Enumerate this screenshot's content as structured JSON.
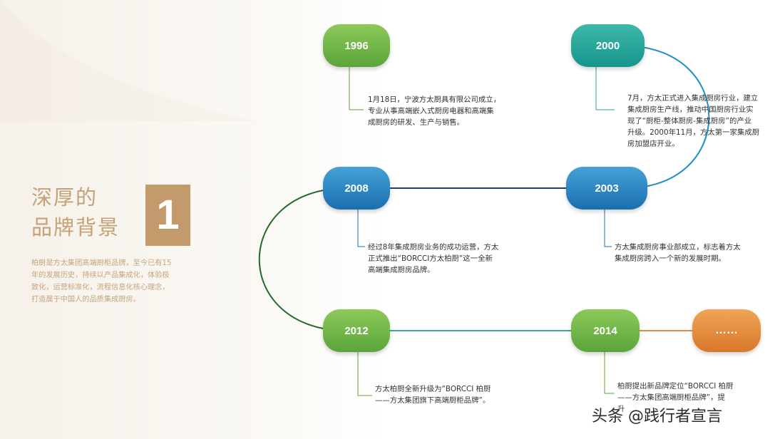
{
  "intro": {
    "title_line1": "深厚的",
    "title_line2": "品牌背景",
    "section_number": "1",
    "description_lines": [
      "柏厨是方太集团高端厨柜品牌，至今已有15",
      "年的发展历史，持续以产品集成化，体验极",
      "致化，运营标准化，流程信息化核心理念，",
      "打造属于中国人的品质集成厨房。"
    ]
  },
  "timeline": [
    {
      "year": "1996",
      "lines": [
        "1月18日，宁波方太厨具有限公司成立，",
        "专业从事高端嵌入式厨房电器和高端集",
        "成厨房的研发、生产与销售。"
      ]
    },
    {
      "year": "2000",
      "lines": [
        "7月，方太正式进入集成厨房行业，建立",
        "集成厨房生产线，推动中国厨房行业实",
        "现了“厨柜-整体厨房-集成厨房”的产业",
        "升级。2000年11月，方太第一家集成厨",
        "房加盟店开业。"
      ]
    },
    {
      "year": "2003",
      "lines": [
        "方太集成厨房事业部成立，标志着方太",
        "集成厨房跨入一个新的发展时期。"
      ]
    },
    {
      "year": "2008",
      "lines": [
        "经过8年集成厨房业务的成功运营，方太",
        "正式推出“BORCCI方太柏厨”这一全新",
        "高端集成厨房品牌。"
      ]
    },
    {
      "year": "2012",
      "lines": [
        "方太柏厨全新升级为“BORCCI 柏厨",
        "——方太集团旗下高端厨柜品牌”。"
      ]
    },
    {
      "year": "2014",
      "lines": [
        "柏厨提出新品牌定位“BORCCI 柏厨",
        "——方太集团高端厨柜品牌”，提",
        "升"
      ]
    },
    {
      "year": "……",
      "lines": []
    }
  ],
  "watermark": "头条 @践行者宣言",
  "colors": {
    "accent_gold": "#c29a6b",
    "green": "#5aa53a",
    "teal": "#15958c",
    "blue": "#1a6fae",
    "orange": "#d9772a"
  }
}
